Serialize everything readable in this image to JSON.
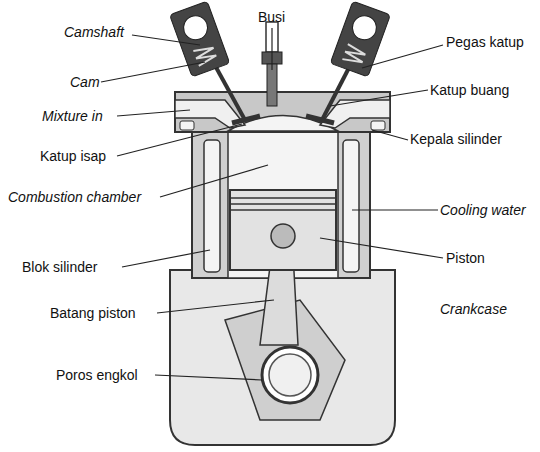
{
  "diagram": {
    "labels": [
      "Camshaft",
      "Busi",
      "Pegas katup",
      "Cam",
      "Katup buang",
      "Mixture in",
      "Kepala silinder",
      "Katup isap",
      "Combustion chamber",
      "Cooling water",
      "Piston",
      "Blok silinder",
      "Crankcase",
      "Batang piston",
      "Poros engkol"
    ]
  }
}
